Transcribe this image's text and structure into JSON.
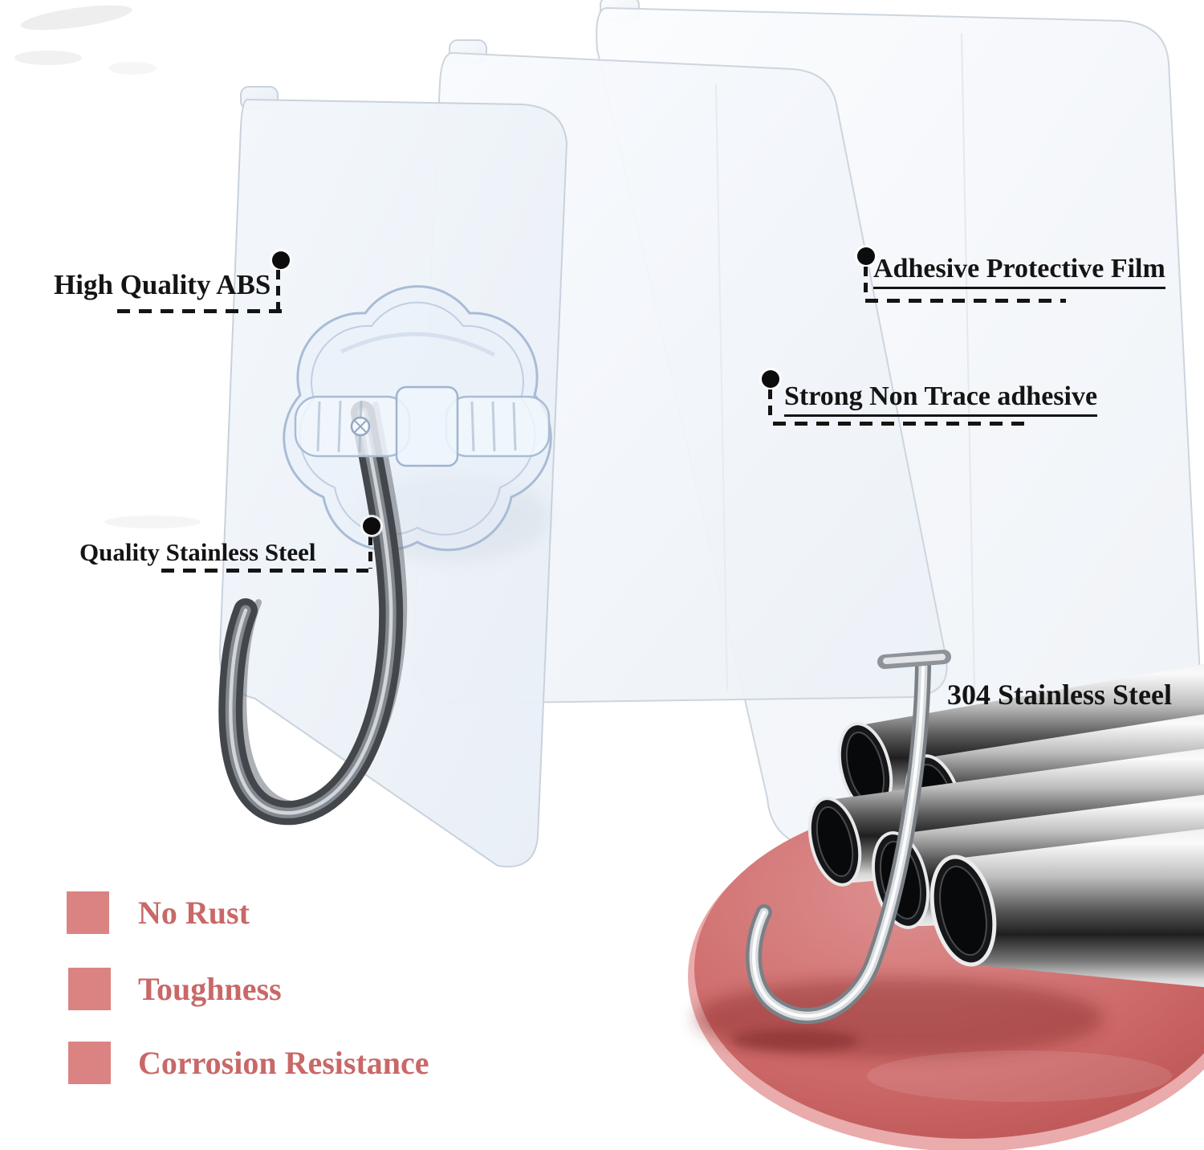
{
  "callouts": {
    "abs": "High Quality ABS",
    "film": "Adhesive Protective Film",
    "adhesive": "Strong Non Trace adhesive",
    "steel": "Quality Stainless Steel",
    "steel304": "304 Stainless Steel"
  },
  "features": [
    {
      "label": "No Rust"
    },
    {
      "label": "Toughness"
    },
    {
      "label": "Corrosion Resistance"
    }
  ],
  "colors": {
    "callout_text": "#141414",
    "callout_line": "#141414",
    "feature_square": "#DB8383",
    "feature_text": "#C96868",
    "disc_red": "#CE6A6A",
    "disc_rim": "#E9ABAB",
    "hook_steel": "#43474C",
    "sheet_edge": "#CDD5DE",
    "flower_edge": "#A9BCD6"
  },
  "icons": {
    "callout_dot": "black-round-marker",
    "feature_bullet": "pink-square-bullet"
  }
}
